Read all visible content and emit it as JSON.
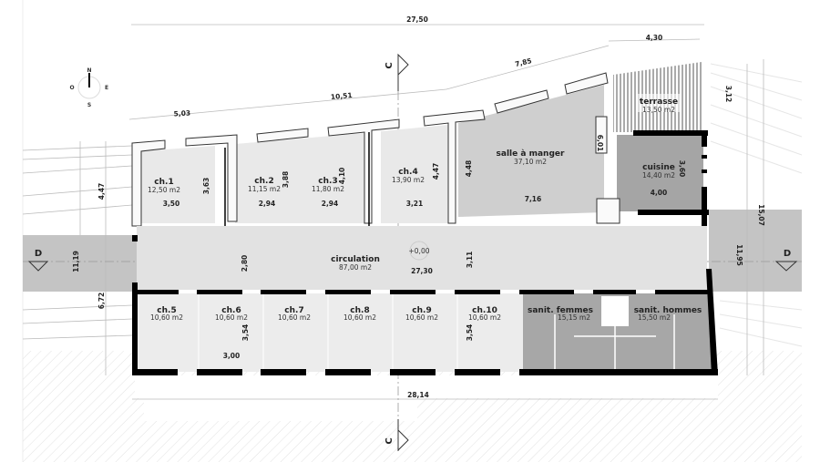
{
  "compass": {
    "north": "N",
    "south": "S",
    "east": "E",
    "west": "O"
  },
  "sections": {
    "c_top": "C",
    "c_bottom": "C",
    "d_left": "D",
    "d_right": "D"
  },
  "rooms": [
    {
      "id": "ch1",
      "name": "ch.1",
      "area": "12,50 m2"
    },
    {
      "id": "ch2",
      "name": "ch.2",
      "area": "11,15 m2"
    },
    {
      "id": "ch3",
      "name": "ch.3",
      "area": "11,80 m2"
    },
    {
      "id": "ch4",
      "name": "ch.4",
      "area": "13,90 m2"
    },
    {
      "id": "salle",
      "name": "salle à manger",
      "area": "37,10 m2"
    },
    {
      "id": "terrasse",
      "name": "terrasse",
      "area": "13,50 m2"
    },
    {
      "id": "cuisine",
      "name": "cuisine",
      "area": "14,40 m2"
    },
    {
      "id": "circulation",
      "name": "circulation",
      "area": "87,00 m2"
    },
    {
      "id": "ch5",
      "name": "ch.5",
      "area": "10,60 m2"
    },
    {
      "id": "ch6",
      "name": "ch.6",
      "area": "10,60 m2"
    },
    {
      "id": "ch7",
      "name": "ch.7",
      "area": "10,60 m2"
    },
    {
      "id": "ch8",
      "name": "ch.8",
      "area": "10,60 m2"
    },
    {
      "id": "ch9",
      "name": "ch.9",
      "area": "10,60 m2"
    },
    {
      "id": "ch10",
      "name": "ch.10",
      "area": "10,60 m2"
    },
    {
      "id": "femmes",
      "name": "sanit. femmes",
      "area": "15,15 m2"
    },
    {
      "id": "hommes",
      "name": "sanit. hommes",
      "area": "15,50 m2"
    }
  ],
  "dimensions": {
    "overall_top": "27,50",
    "terrace_top": "4,30",
    "seg_785": "7,85",
    "seg_1051": "10,51",
    "seg_503": "5,03",
    "left_447": "4,47",
    "left_1119": "11,19",
    "left_672": "6,72",
    "ch1_h": "3,63",
    "ch1_w": "3,50",
    "ch2_h": "3,88",
    "ch2_w": "2,94",
    "ch3_h": "4,10",
    "ch3_w": "2,94",
    "ch4_h": "4,47",
    "ch4_w": "3,21",
    "salle_h": "4,48",
    "salle_w": "7,16",
    "salle_r": "6,01",
    "cuisine_h": "3,60",
    "cuisine_w": "4,00",
    "right_312": "3,12",
    "right_1507": "15,07",
    "right_1195": "11,95",
    "circ_h": "2,80",
    "circ_w": "27,30",
    "circ_level": "+0,00",
    "circ_h2": "3,11",
    "ch6_h": "3,54",
    "ch6_w": "3,00",
    "ch10_h": "3,54",
    "bottom": "28,14"
  }
}
